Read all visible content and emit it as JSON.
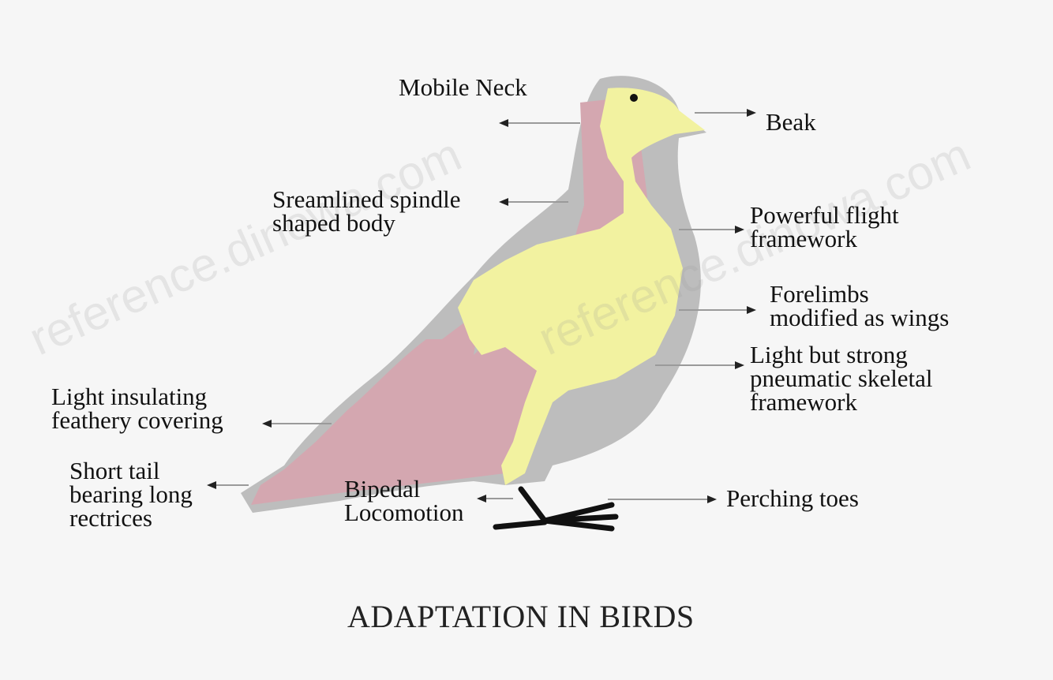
{
  "diagram": {
    "title": "ADAPTATION IN BIRDS",
    "labels": {
      "mobile_neck": [
        "Mobile Neck"
      ],
      "beak": [
        "Beak"
      ],
      "streamlined_body": [
        "Sreamlined spindle",
        "shaped body"
      ],
      "flight_muscles": [
        "Powerful flight",
        "framework"
      ],
      "forelimbs": [
        "Forelimbs",
        "modified as wings"
      ],
      "skeleton": [
        "Light but strong",
        "pneumatic skeletal",
        "framework"
      ],
      "feathers": [
        "Light insulating",
        "feathery covering"
      ],
      "tail": [
        "Short tail",
        "bearing long",
        "rectrices"
      ],
      "bipedal": [
        "Bipedal",
        "Locomotion"
      ],
      "toes": [
        "Perching toes"
      ]
    },
    "watermark": "reference.dinowa.com",
    "colors": {
      "body_pink": "#d4a7b0",
      "skeleton_yellow": "#f2f2a0",
      "outline_grey": "#bdbdbd",
      "leader_line": "#9a9a9a",
      "toes": "#111111"
    }
  }
}
